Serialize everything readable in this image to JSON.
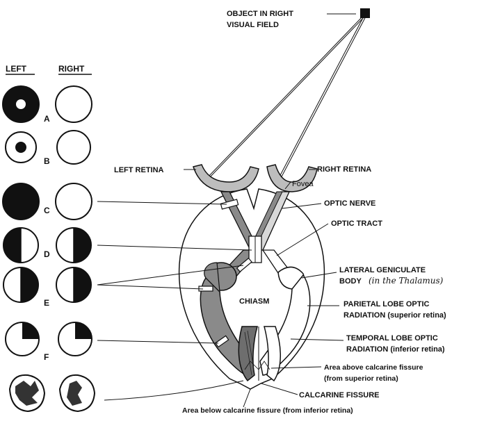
{
  "header": {
    "object_line1": "OBJECT IN RIGHT",
    "object_line2": "VISUAL FIELD"
  },
  "fields": {
    "left_heading": "LEFT",
    "right_heading": "RIGHT",
    "rows": [
      "A",
      "B",
      "C",
      "D",
      "E",
      "F"
    ]
  },
  "labels": {
    "left_retina": "LEFT RETINA",
    "right_retina": "RIGHT RETINA",
    "fovea": "Fovea",
    "optic_nerve": "OPTIC NERVE",
    "optic_tract": "OPTIC TRACT",
    "lgb_line1": "LATERAL GENICULATE",
    "lgb_line2": "BODY",
    "lgb_note": "(in the Thalamus)",
    "chiasm": "CHIASM",
    "parietal_line1": "PARIETAL LOBE OPTIC",
    "parietal_line2": "RADIATION (superior retina)",
    "temporal_line1": "TEMPORAL LOBE OPTIC",
    "temporal_line2": "RADIATION (inferior retina)",
    "above_line1": "Area above calcarine fissure",
    "above_line2": "(from superior retina)",
    "calcarine": "CALCARINE FISSURE",
    "below": "Area below calcarine fissure (from inferior retina)"
  },
  "colors": {
    "ink": "#111111",
    "shade": "#8a8a8a",
    "paper": "#ffffff"
  }
}
